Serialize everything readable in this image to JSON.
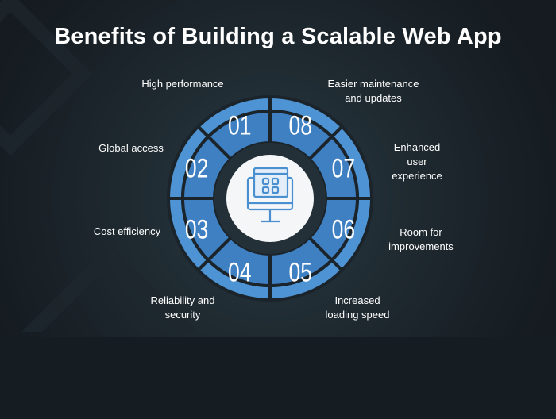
{
  "title": "Benefits of Building a Scalable Web App",
  "colors": {
    "segment_outer": "#4e93d3",
    "segment_inner": "#3f80c2",
    "ring": "#243038",
    "center": "#f4f6f8",
    "icon": "#4a90d0"
  },
  "center_icon": "web-app-monitor-icon",
  "benefits": [
    {
      "number": "01",
      "label": "High performance"
    },
    {
      "number": "02",
      "label": "Global access"
    },
    {
      "number": "03",
      "label": "Cost efficiency"
    },
    {
      "number": "04",
      "label": "Reliability and\nsecurity"
    },
    {
      "number": "05",
      "label": "Increased\nloading speed"
    },
    {
      "number": "06",
      "label": "Room for\nimprovements"
    },
    {
      "number": "07",
      "label": "Enhanced\nuser\nexperience"
    },
    {
      "number": "08",
      "label": "Easier maintenance\nand updates"
    }
  ]
}
